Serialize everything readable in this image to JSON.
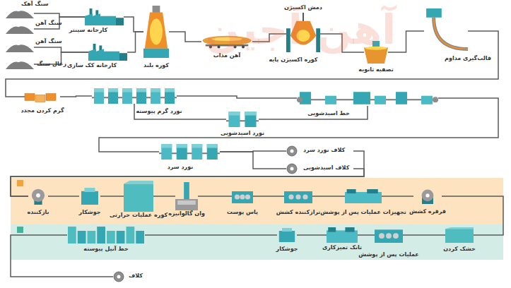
{
  "diagram": {
    "nodes": [
      {
        "text": [
          "سنگ آهک"
        ]
      },
      {
        "text": [
          "سنگ آهن"
        ]
      },
      {
        "text": [
          "کارخانه سینتر"
        ]
      },
      {
        "text": [
          "سنگ آهن"
        ]
      },
      {
        "text": [
          "زغال سنگ"
        ]
      },
      {
        "text": [
          "کارخانه کک سازی"
        ]
      },
      {
        "text": [
          "کوره بلند"
        ]
      },
      {
        "text": [
          "آهن مذاب"
        ]
      },
      {
        "text": [
          "دمش اکسیژن",
          "کوره اکسیژن پایه"
        ]
      },
      {
        "text": [
          "تصفیه ثانویه"
        ]
      },
      {
        "text": [
          "قالب‌گیری مداوم"
        ]
      },
      {
        "text": [
          "گرم کردن مجدد"
        ]
      },
      {
        "text": [
          "نورد گرم پیوسته"
        ]
      },
      {
        "text": [
          "نورد اسیدشویی"
        ]
      },
      {
        "text": [
          "خط اسیدشویی"
        ]
      },
      {
        "text": [
          "نورد سرد"
        ]
      },
      {
        "text": [
          "کلاف نورد سرد"
        ]
      },
      {
        "text": [
          "کلاف اسیدشویی"
        ]
      },
      {
        "text": [
          "بازکننده"
        ]
      },
      {
        "text": [
          "جوشکار"
        ]
      },
      {
        "text": [
          "کوره عملیات حرارتی"
        ]
      },
      {
        "text": [
          "وان گالوانیزه"
        ]
      },
      {
        "text": [
          "پاس پوست"
        ]
      },
      {
        "text": [
          "ترازکننده کشش"
        ]
      },
      {
        "text": [
          "تجهیزات عملیات پس از پوشش"
        ]
      },
      {
        "text": [
          "قرقره کشش"
        ]
      },
      {
        "text": [
          "خط آنیل پیوسته"
        ]
      },
      {
        "text": [
          "جوشکار"
        ]
      },
      {
        "text": [
          "تانک تمیزکاری"
        ]
      },
      {
        "text": [
          "عملیات پس از پوشش"
        ]
      },
      {
        "text": [
          "خشک کردن"
        ]
      },
      {
        "text": [
          "کلاف"
        ]
      }
    ],
    "edges": [
      {
        "from": 0,
        "to": 2,
        "arrow": "none"
      },
      {
        "from": 1,
        "to": 2,
        "arrow": "none"
      },
      {
        "from": 3,
        "to": 5,
        "arrow": "none"
      },
      {
        "from": 4,
        "to": 5,
        "arrow": "none"
      },
      {
        "from": 2,
        "to": 6,
        "arrow": "none"
      },
      {
        "from": 5,
        "to": 6,
        "arrow": "none"
      },
      {
        "from": 6,
        "to": 7,
        "arrow": "none"
      },
      {
        "from": 7,
        "to": 8,
        "arrow": "none"
      },
      {
        "from": 8,
        "to": 9,
        "arrow": "none"
      },
      {
        "from": 9,
        "to": 10,
        "arrow": "none"
      },
      {
        "from": 10,
        "to": 11,
        "arrow": "none"
      },
      {
        "from": 11,
        "to": 12,
        "arrow": "none"
      },
      {
        "from": 12,
        "to": 14,
        "arrow": "none"
      },
      {
        "from": 12,
        "to": 13,
        "arrow": "none"
      },
      {
        "from": 13,
        "to": 14,
        "arrow": "none"
      },
      {
        "from": 14,
        "to": 15,
        "arrow": "none"
      },
      {
        "from": 15,
        "to": 16,
        "arrow": "none"
      },
      {
        "from": 15,
        "to": 17,
        "arrow": "none"
      },
      {
        "from": 16,
        "to": 18,
        "arrow": "none"
      },
      {
        "from": 17,
        "to": 18,
        "arrow": "none"
      },
      {
        "from": 18,
        "to": 19,
        "arrow": "none"
      },
      {
        "from": 19,
        "to": 20,
        "arrow": "none"
      },
      {
        "from": 20,
        "to": 21,
        "arrow": "none"
      },
      {
        "from": 21,
        "to": 22,
        "arrow": "none"
      },
      {
        "from": 22,
        "to": 23,
        "arrow": "none"
      },
      {
        "from": 23,
        "to": 24,
        "arrow": "none"
      },
      {
        "from": 24,
        "to": 25,
        "arrow": "none"
      },
      {
        "from": 25,
        "to": 30,
        "arrow": "none"
      },
      {
        "from": 30,
        "to": 29,
        "arrow": "none"
      },
      {
        "from": 29,
        "to": 28,
        "arrow": "none"
      },
      {
        "from": 28,
        "to": 27,
        "arrow": "none"
      },
      {
        "from": 27,
        "to": 26,
        "arrow": "none"
      },
      {
        "from": 26,
        "to": 31,
        "arrow": "none"
      }
    ],
    "labels": [
      "آهن آجین"
    ]
  }
}
